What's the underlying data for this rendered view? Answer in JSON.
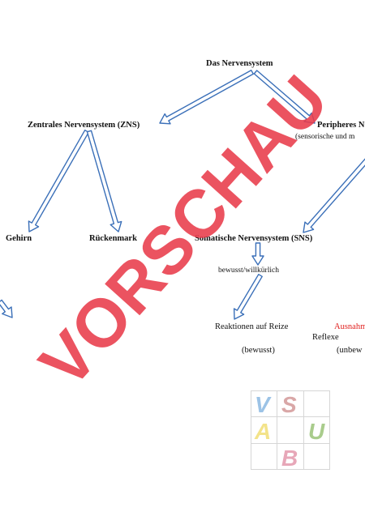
{
  "colors": {
    "arrow_fill": "#ffffff",
    "arrow_stroke": "#3a6fb8",
    "watermark": "#e83b4a",
    "emphasis_red": "#e0201e"
  },
  "nodes": {
    "root": "Das Nervensystem",
    "zns": "Zentrales Nervensystem (ZNS)",
    "pns": "Peripheres N",
    "pns_sub": "(sensorische und m",
    "gehirn": "Gehirn",
    "rueckenmark": "Rückenmark",
    "sns": "Somatische Nervensystem (SNS)",
    "bewusst": "bewusst/willkürlich",
    "reaktionen": "Reaktionen auf Reize",
    "reaktionen_sub": "(bewusst)",
    "ausnahme": "Ausnahm",
    "reflexe": "Reflexe",
    "reflexe_sub": "(unbew"
  },
  "watermark_text": "VORSCHAU",
  "logo": {
    "letters": [
      "V",
      "S",
      "A",
      "U",
      "B"
    ],
    "colors": [
      "#9cc3e6",
      "#d9a7a7",
      "#f3e38a",
      "#a9cc8c",
      "#e7a7b8"
    ]
  }
}
